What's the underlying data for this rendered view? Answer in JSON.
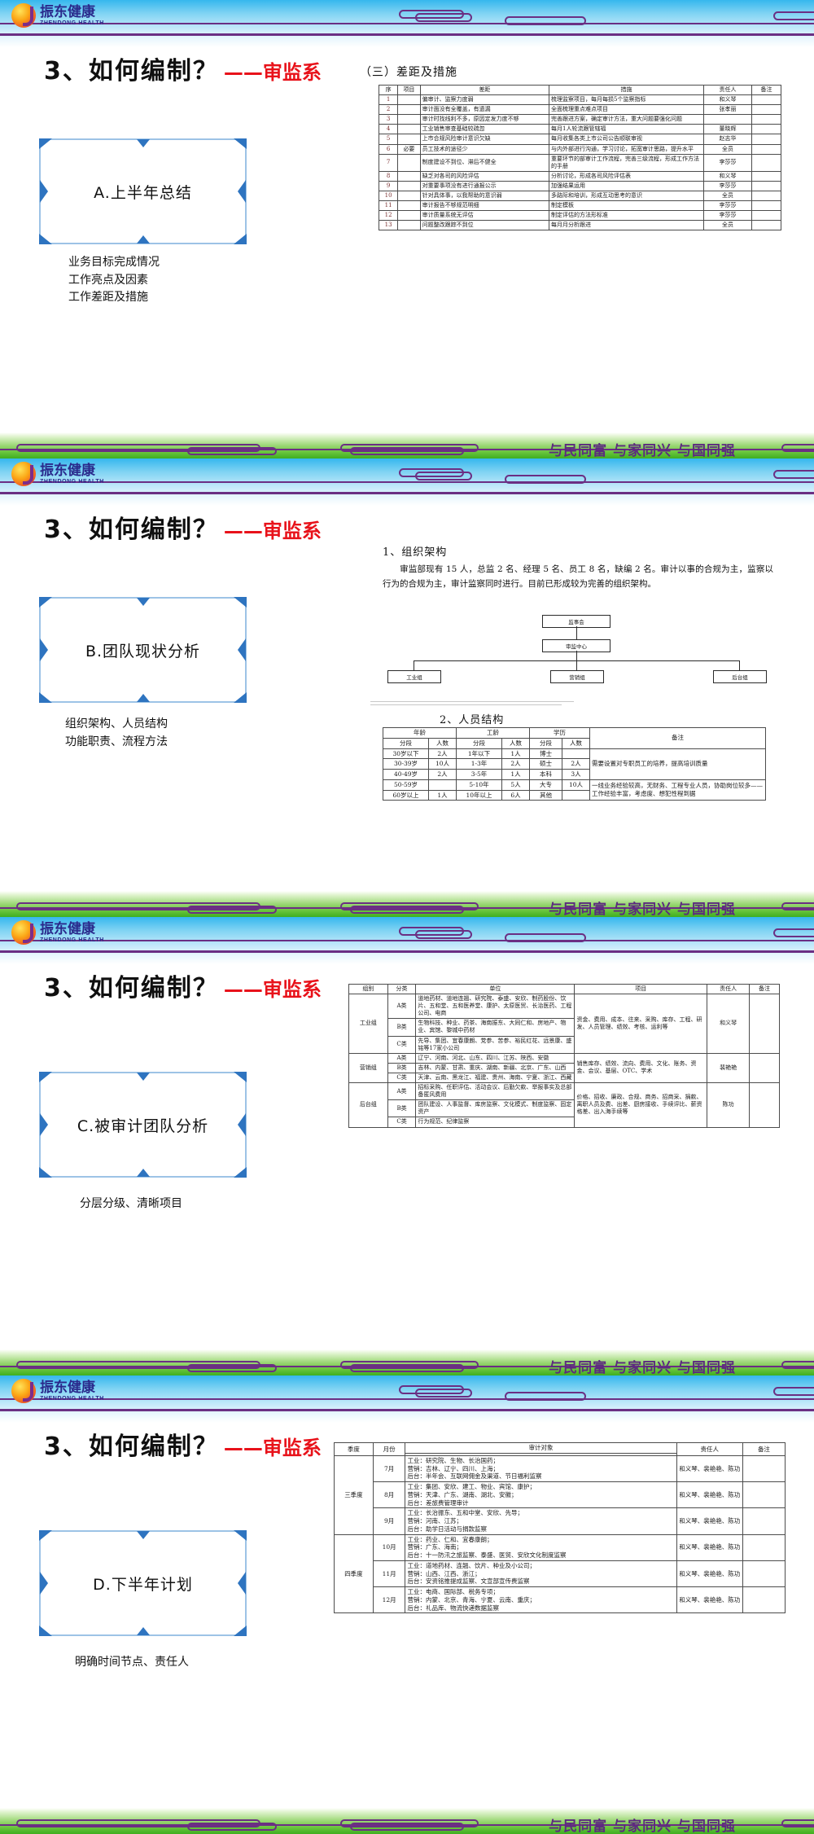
{
  "brand": {
    "name_cn": "振东健康",
    "name_en": "ZHENDONG HEALTH",
    "slogan": "与民同富 与家同兴 与国同强",
    "accent_purple": "#6b2f83",
    "accent_blue": "#2e74c0",
    "accent_red": "#e8121a",
    "header_blue": "#35b7ee",
    "footer_green": "#3fae20"
  },
  "slides": [
    {
      "title_main": "3、如何编制？",
      "title_sub": "——审监系",
      "box_label": "A.上半年总结",
      "captions": [
        "业务目标完成情况",
        "工作亮点及因素",
        "工作差距及措施"
      ],
      "section_heading": "（三）差距及措施",
      "table": {
        "headers": [
          "序",
          "项目",
          "差距",
          "措施",
          "责任人",
          "备注"
        ],
        "rows": [
          [
            "1",
            "",
            "偏审计、监察力度弱",
            "梳理监察项目，每月每损5个监察指标",
            "和义琴",
            ""
          ],
          [
            "2",
            "",
            "审计面没有全覆盖，有遗漏",
            "全面梳理重点难点项目",
            "张孝丽",
            ""
          ],
          [
            "3",
            "",
            "审计时找线利不多，原因定发力度不够",
            "完善跟进方案，确定审计方法，重大问题要强化问题",
            "",
            ""
          ],
          [
            "4",
            "",
            "工业销售审查基础较疏忽",
            "每月1人轮流跟管辖福",
            "董晓辉",
            ""
          ],
          [
            "5",
            "",
            "上市合规风险审计意识欠缺",
            "每月收集各类上市公司公告顺联审视",
            "赵志华",
            ""
          ],
          [
            "6",
            "必要",
            "员工技术的途径少",
            "与内外部进行沟通，学习讨论，拓宽审计思路，提升水平",
            "全员",
            ""
          ],
          [
            "7",
            "",
            "制度建设不到位、滞后不健全",
            "重要环节的部审计工作流程，完善三级流程，形成工作方法的手册",
            "李莎莎",
            ""
          ],
          [
            "8",
            "",
            "缺乏对各司的风险评估",
            "分析讨论，形成各司风险评估表",
            "和义琴",
            ""
          ],
          [
            "9",
            "",
            "对重要事项没有进行通报公示",
            "加强结果运用",
            "李莎莎",
            ""
          ],
          [
            "10",
            "",
            "针对具体事，以我帮助的意识弱",
            "多路际和培训，形成互动思考的意识",
            "全员",
            ""
          ],
          [
            "11",
            "",
            "审计报告不够规范明细",
            "制定模板",
            "李莎莎",
            ""
          ],
          [
            "12",
            "",
            "审计质量系统无评估",
            "制定评估的方法形标准",
            "李莎莎",
            ""
          ],
          [
            "13",
            "",
            "问题整改跟踪不到位",
            "每月月分析跟进",
            "全员",
            ""
          ]
        ]
      }
    },
    {
      "title_main": "3、如何编制？",
      "title_sub": "——审监系",
      "box_label": "B.团队现状分析",
      "captions": [
        "组织架构、人员结构",
        "功能职责、流程方法"
      ],
      "section_heading": "1、组织架构",
      "paragraph": "审监部现有 15 人，总监 2 名、经理 5 名、员工 8 名，缺编 2 名。审计以事的合规为主，监察以行为的合规为主，审计监察同时进行。目前已形成较为完善的组织架构。",
      "org_chart": {
        "top": "监事会",
        "mid": "审监中心",
        "leaves": [
          "工业组",
          "营销组",
          "后台组"
        ]
      },
      "table_heading": "2、人员结构",
      "table": {
        "group_headers": [
          "年龄",
          "工龄",
          "学历",
          "备注"
        ],
        "sub_headers": [
          "分段",
          "人数",
          "分段",
          "人数",
          "分段",
          "人数"
        ],
        "rows": [
          [
            "30岁以下",
            "2人",
            "1年以下",
            "1人",
            "博士",
            "",
            "需要设置对专职员工的培养，提高培训质量"
          ],
          [
            "30-39岁",
            "10人",
            "1-3年",
            "2人",
            "硕士",
            "2人",
            ""
          ],
          [
            "40-49岁",
            "2人",
            "3-5年",
            "1人",
            "本科",
            "3人",
            ""
          ],
          [
            "50-59岁",
            "",
            "5-10年",
            "5人",
            "大专",
            "10人",
            "一线业务经验较高，无财务、工程专业人员，协助岗位较多——工作经验丰富，考虑度、想犯性程到据"
          ],
          [
            "60岁以上",
            "1人",
            "10年以上",
            "6人",
            "其他",
            "",
            ""
          ]
        ]
      }
    },
    {
      "title_main": "3、如何编制？",
      "title_sub": "——审监系",
      "box_label": "C.被审计团队分析",
      "captions": [
        "分层分级、清晰项目"
      ],
      "table": {
        "headers": [
          "组别",
          "分类",
          "单位",
          "项目",
          "责任人",
          "备注"
        ],
        "rows": [
          {
            "group": "工业组",
            "owner": "和义琴",
            "note": "",
            "project": "资金、费用、成本、往来、采购、库存、工程、研发、人员管理、绩效、考核、运利等",
            "items": [
              {
                "cls": "A类",
                "unit": "道地药材、道地连翘、研究院、泰盛、安欣、制药股份、饮片、五和堂、五和医养堂、康护、太原医贸、长治医药、工程公司、电商"
              },
              {
                "cls": "B类",
                "unit": "生物科技、种业、药茶、海南振东、大同仁和、房地产、物业、宾馆、黎城中药材"
              },
              {
                "cls": "C类",
                "unit": "先导、集团、宜春康朗、党参、苦参、裕民红花、远景康、盛铭等17家小公司"
              }
            ]
          },
          {
            "group": "营销组",
            "owner": "裴艳艳",
            "note": "",
            "project": "销售库存、绩效、流向、费用、文化、账务、资金、会议、基层、OTC、学术",
            "items": [
              {
                "cls": "A类",
                "unit": "辽宁、河南、河北、山东、四川、江苏、陕西、安徽"
              },
              {
                "cls": "B类",
                "unit": "吉林、内蒙、甘肃、重庆、湖南、新疆、北京、广东、山西"
              },
              {
                "cls": "C类",
                "unit": "天津、云南、黑龙江、福建、贵州、海南、宁夏、浙江、西藏"
              }
            ]
          },
          {
            "group": "后台组",
            "owner": "陈功",
            "note": "",
            "project": "价格、招收、廉政、合规、商务、招商采、捐款、离职人员及费、出差、厨房接收、手续评比、薪资格差、出入海手续等",
            "items": [
              {
                "cls": "A类",
                "unit": "招标采购、任职评估、活动会议、后勤欠款、举报事实及总部备匿风费用"
              },
              {
                "cls": "B类",
                "unit": "团队建设、人事监督、库房监察、文化模式、制度监察、固定资产"
              },
              {
                "cls": "C类",
                "unit": "行为规范、纪律监察"
              }
            ]
          }
        ]
      }
    },
    {
      "title_main": "3、如何编制？",
      "title_sub": "——审监系",
      "box_label": "D.下半年计划",
      "captions": [
        "明确时间节点、责任人"
      ],
      "table": {
        "headers": [
          "季度",
          "月份",
          "审计对象",
          "责任人",
          "备注"
        ],
        "quarters": [
          {
            "name": "三季度",
            "months": [
              {
                "m": "7月",
                "lines": [
                  "工业：研究院、生物、长治国药；",
                  "营销：吉林、辽宁、四川、上海；",
                  "后台：半年会、互联网佣金及渠道、节日福利监察"
                ],
                "owner": "和义琴、裴艳艳、陈功",
                "note": ""
              },
              {
                "m": "8月",
                "lines": [
                  "工业：集团、安欣、建工、物业、宾馆、康护；",
                  "营销：天津、广东、湖南、湖北、安徽；",
                  "后台：差旅费管理审计"
                ],
                "owner": "和义琴、裴艳艳、陈功",
                "note": ""
              },
              {
                "m": "9月",
                "lines": [
                  "工业：长治振东、五和中堂、安欣、先导；",
                  "营销：河南、江苏；",
                  "后台：助学日活动与捐款监察"
                ],
                "owner": "和义琴、裴艳艳、陈功",
                "note": ""
              }
            ]
          },
          {
            "name": "四季度",
            "months": [
              {
                "m": "10月",
                "lines": [
                  "工业：药业、仁和、宜春康朗；",
                  "营销：广东、海南；",
                  "后台：十一防汛之旅监察、泰盛、医贸、安欣文化制度监察"
                ],
                "owner": "和义琴、裴艳艳、陈功",
                "note": ""
              },
              {
                "m": "11月",
                "lines": [
                  "工业：道地药材、连翘、饮片、种业及小公司；",
                  "营销：山西、江西、浙江；",
                  "后台：安资铭推提成监察、文宣部宣传费监察"
                ],
                "owner": "和义琴、裴艳艳、陈功",
                "note": ""
              },
              {
                "m": "12月",
                "lines": [
                  "工业：电商、国际部、税务专项；",
                  "营销：内蒙、北京、青海、宁夏、云南、重庆；",
                  "后台：礼品库、物流快递数据监察"
                ],
                "owner": "和义琴、裴艳艳、陈功",
                "note": ""
              }
            ]
          }
        ]
      }
    }
  ]
}
